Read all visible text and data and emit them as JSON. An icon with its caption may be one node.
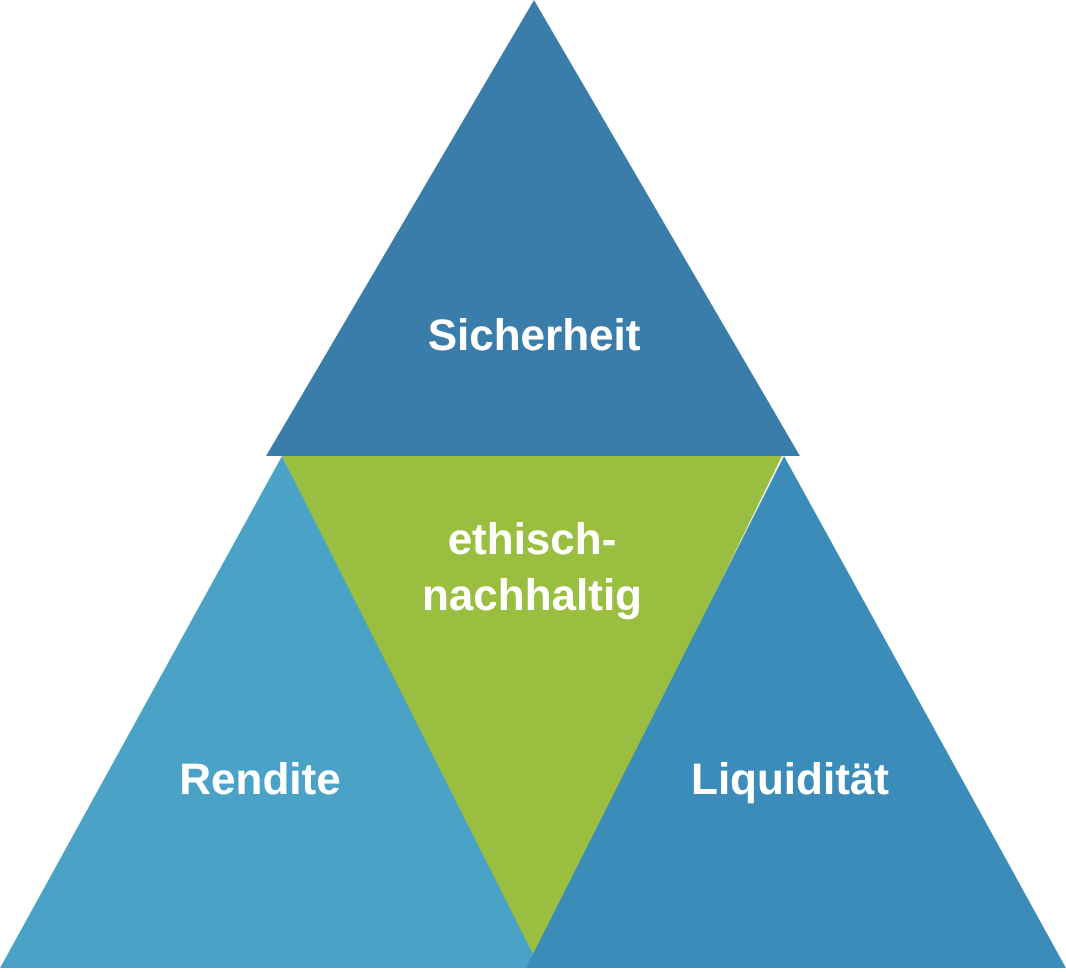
{
  "diagram": {
    "nodes": [
      {
        "text": [
          "Sicherheit"
        ]
      },
      {
        "text": [
          "ethisch-nachhaltig"
        ]
      },
      {
        "text": [
          "Rendite"
        ]
      },
      {
        "text": [
          "Liquidität"
        ]
      }
    ],
    "edges": []
  }
}
